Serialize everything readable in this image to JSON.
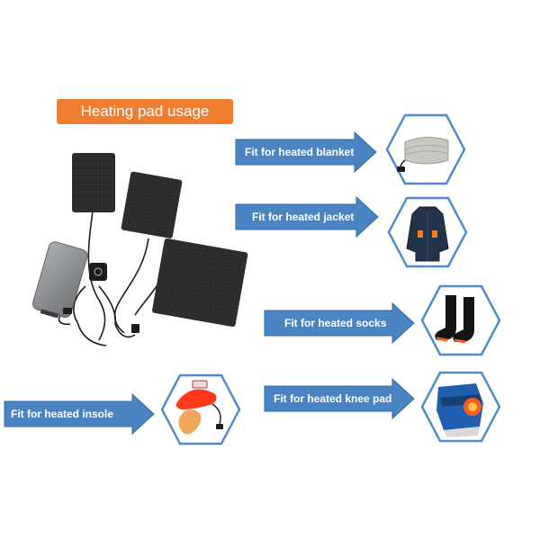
{
  "title": "Heating pad usage",
  "colors": {
    "badge": "#ee7d31",
    "arrow_fill": "#4b84c2",
    "arrow_stroke": "#2f6aa8",
    "hex_stroke": "#4f8bd0",
    "pad": "#2b2b2b",
    "power_bank": "#8a8d91"
  },
  "usages": [
    {
      "label": "Fit for heated blanket",
      "icon": "blanket-icon"
    },
    {
      "label": "Fit for heated jacket",
      "icon": "jacket-icon"
    },
    {
      "label": "Fit for heated socks",
      "icon": "socks-icon"
    },
    {
      "label": "Fit for heated knee pad",
      "icon": "knee-pad-icon"
    },
    {
      "label": "Fit for heated insole",
      "icon": "insole-icon"
    }
  ]
}
